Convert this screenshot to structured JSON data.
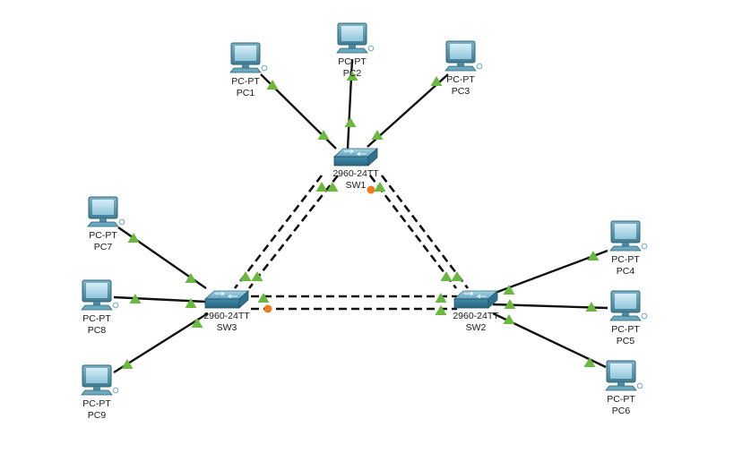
{
  "topology": {
    "switches": [
      {
        "id": "SW1",
        "model": "2960-24TT",
        "name": "SW1"
      },
      {
        "id": "SW2",
        "model": "2960-24TT",
        "name": "SW2"
      },
      {
        "id": "SW3",
        "model": "2960-24TT",
        "name": "SW3"
      }
    ],
    "pcs": [
      {
        "id": "PC1",
        "model": "PC-PT",
        "name": "PC1",
        "switch": "SW1"
      },
      {
        "id": "PC2",
        "model": "PC-PT",
        "name": "PC2",
        "switch": "SW1"
      },
      {
        "id": "PC3",
        "model": "PC-PT",
        "name": "PC3",
        "switch": "SW1"
      },
      {
        "id": "PC4",
        "model": "PC-PT",
        "name": "PC4",
        "switch": "SW2"
      },
      {
        "id": "PC5",
        "model": "PC-PT",
        "name": "PC5",
        "switch": "SW2"
      },
      {
        "id": "PC6",
        "model": "PC-PT",
        "name": "PC6",
        "switch": "SW2"
      },
      {
        "id": "PC7",
        "model": "PC-PT",
        "name": "PC7",
        "switch": "SW3"
      },
      {
        "id": "PC8",
        "model": "PC-PT",
        "name": "PC8",
        "switch": "SW3"
      },
      {
        "id": "PC9",
        "model": "PC-PT",
        "name": "PC9",
        "switch": "SW3"
      }
    ],
    "trunks": [
      {
        "from": "SW1",
        "to": "SW3",
        "links": 2,
        "status": [
          "up",
          "up"
        ]
      },
      {
        "from": "SW1",
        "to": "SW2",
        "links": 2,
        "status": [
          "blocked",
          "up"
        ]
      },
      {
        "from": "SW3",
        "to": "SW2",
        "links": 2,
        "status": [
          "up",
          "blocked"
        ]
      }
    ],
    "colors": {
      "link": "#111111",
      "link_up": "#6ab93e",
      "link_blocked": "#f07a1e",
      "device": "#3e8fb0"
    }
  }
}
